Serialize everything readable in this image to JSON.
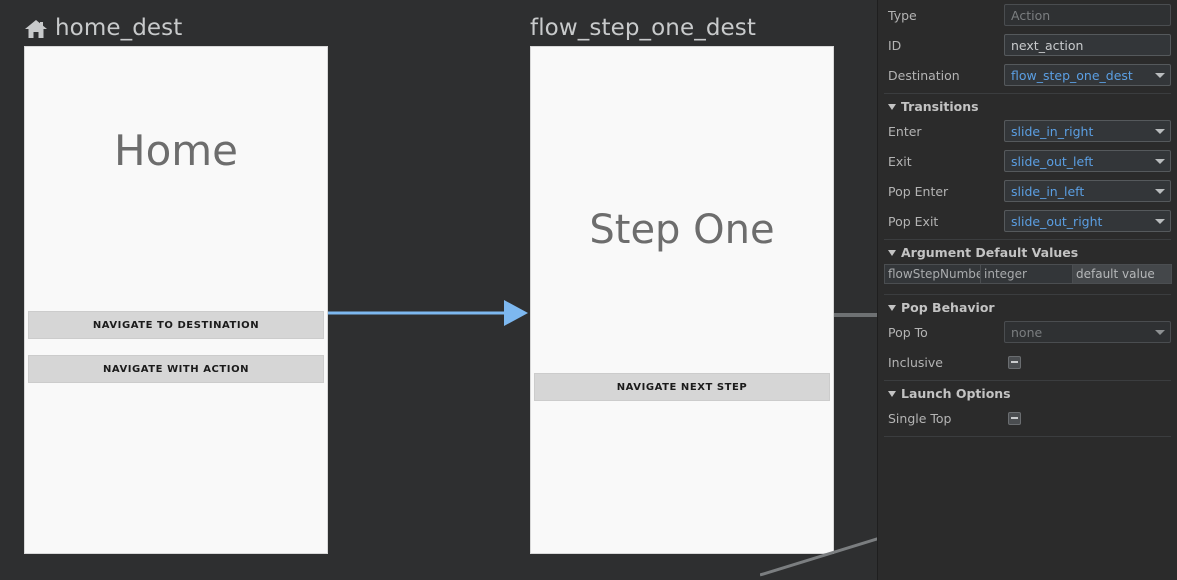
{
  "canvas": {
    "destinations": [
      {
        "id": "home-dest",
        "title": "home_dest",
        "icon": "home-icon",
        "heading": "Home",
        "buttons": [
          {
            "name": "navigate-to-destination-button",
            "label": "NAVIGATE TO DESTINATION"
          },
          {
            "name": "navigate-with-action-button",
            "label": "NAVIGATE WITH ACTION"
          }
        ]
      },
      {
        "id": "flow-step-one-dest",
        "title": "flow_step_one_dest",
        "icon": null,
        "heading": "Step One",
        "buttons": [
          {
            "name": "navigate-next-step-button",
            "label": "NAVIGATE NEXT STEP"
          }
        ]
      }
    ],
    "connectors": [
      {
        "name": "action-arrow-home-to-step-one",
        "color": "#7db8f0",
        "style": "selected-arrow"
      },
      {
        "name": "action-line-step-one-outgoing",
        "color": "#6e7173",
        "style": "line"
      },
      {
        "name": "action-line-diagonal",
        "color": "#7b7e80",
        "style": "line"
      }
    ],
    "colors": {
      "background": "#2e2f30",
      "card_background": "#f9f9f9",
      "selected_arrow": "#7db8f0",
      "heading_text": "#6d6d6d",
      "button_background": "#d6d6d6"
    }
  },
  "panel": {
    "colors": {
      "background": "#2b2b2b",
      "link": "#5b9fe3",
      "label": "#b4b4b4",
      "field_background": "#333639"
    },
    "fields": [
      {
        "name": "type-field",
        "label": "Type",
        "value": "Action",
        "kind": "text",
        "disabled": true
      },
      {
        "name": "id-field",
        "label": "ID",
        "value": "next_action",
        "kind": "text",
        "disabled": false
      },
      {
        "name": "destination-dropdown",
        "label": "Destination",
        "value": "flow_step_one_dest",
        "kind": "combo",
        "link": true,
        "disabled": false
      }
    ],
    "transitions": {
      "section_label": "Transitions",
      "items": [
        {
          "name": "enter-transition-dropdown",
          "label": "Enter",
          "value": "slide_in_right"
        },
        {
          "name": "exit-transition-dropdown",
          "label": "Exit",
          "value": "slide_out_left"
        },
        {
          "name": "pop-enter-transition-dropdown",
          "label": "Pop Enter",
          "value": "slide_in_left"
        },
        {
          "name": "pop-exit-transition-dropdown",
          "label": "Pop Exit",
          "value": "slide_out_right"
        }
      ]
    },
    "argument_default_values": {
      "section_label": "Argument Default Values",
      "rows": [
        {
          "name": "flowStepNumber",
          "type": "integer",
          "value": "default value"
        }
      ]
    },
    "pop_behavior": {
      "section_label": "Pop Behavior",
      "pop_to": {
        "name": "pop-to-dropdown",
        "label": "Pop To",
        "value": "none",
        "disabled": true
      },
      "inclusive": {
        "name": "inclusive-checkbox",
        "label": "Inclusive",
        "state": "indeterminate"
      }
    },
    "launch_options": {
      "section_label": "Launch Options",
      "single_top": {
        "name": "single-top-checkbox",
        "label": "Single Top",
        "state": "indeterminate"
      }
    }
  }
}
